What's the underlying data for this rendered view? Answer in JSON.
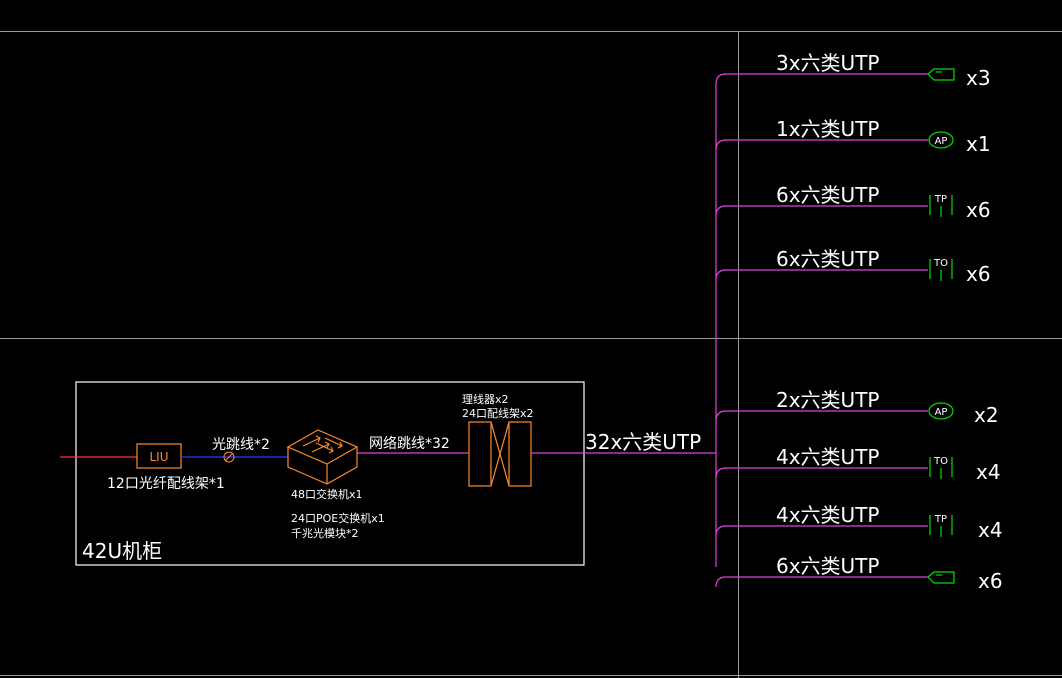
{
  "cabinet": {
    "title": "42U机柜",
    "liu_label": "LIU",
    "fiber_panel_label": "12口光纤配线架*1",
    "patch_fiber_label": "光跳线*2",
    "switch_labels": [
      "48口交换机x1",
      "24口POE交换机x1",
      "千兆光模块*2"
    ],
    "network_cable_label": "网络跳线*32",
    "rack_labels": [
      "理线器x2",
      "24口配线架x2"
    ]
  },
  "trunk_label": "32x六类UTP",
  "branches": [
    {
      "cable": "3x六类UTP",
      "device": "camera",
      "device_text": "",
      "count": "x3"
    },
    {
      "cable": "1x六类UTP",
      "device": "ap",
      "device_text": "AP",
      "count": "x1"
    },
    {
      "cable": "6x六类UTP",
      "device": "outlet",
      "device_text": "TP",
      "count": "x6"
    },
    {
      "cable": "6x六类UTP",
      "device": "outlet",
      "device_text": "TO",
      "count": "x6"
    },
    {
      "cable": "2x六类UTP",
      "device": "ap",
      "device_text": "AP",
      "count": "x2"
    },
    {
      "cable": "4x六类UTP",
      "device": "outlet",
      "device_text": "TO",
      "count": "x4"
    },
    {
      "cable": "4x六类UTP",
      "device": "outlet",
      "device_text": "TP",
      "count": "x4"
    },
    {
      "cable": "6x六类UTP",
      "device": "camera",
      "device_text": "",
      "count": "x6"
    }
  ],
  "colors": {
    "background": "#000000",
    "frame": "#ffffff",
    "grid": "#9a9a9a",
    "utp_cable": "#e040e0",
    "fiber_red": "#ff3030",
    "fiber_blue": "#2b3cff",
    "equipment": "#ff8a2a",
    "ap_green": "#00e000",
    "cam_green": "#00e000"
  }
}
